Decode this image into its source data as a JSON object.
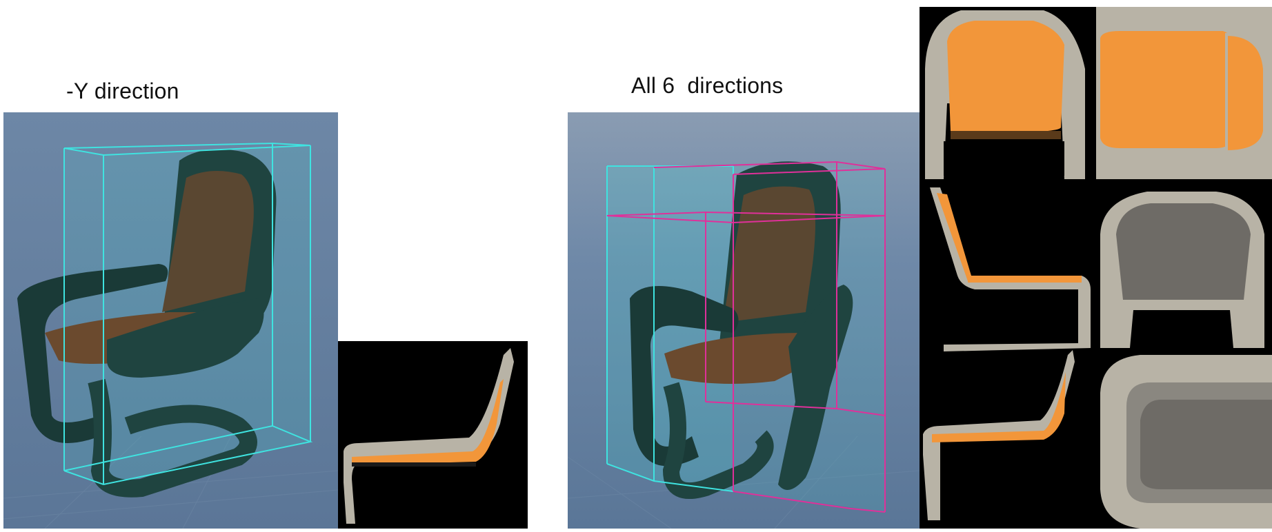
{
  "labels": {
    "left_caption": "-Y direction",
    "right_caption": "All 6  directions"
  },
  "colors": {
    "viewport_sky": "#6f8aa9",
    "viewport_floor": "#5a7798",
    "chair_shell": "#1f4440",
    "chair_cushion": "#5a4731",
    "bbox_cyan": "#3fe3e0",
    "bbox_magenta": "#e0309a",
    "voxel_orange": "#f2963a",
    "voxel_gray": "#b8b3a6",
    "voxel_dark_gray": "#6e6b66",
    "background_black": "#000000"
  },
  "panels": [
    {
      "name": "left-viewport",
      "description_icon": "chair-render-icon"
    },
    {
      "name": "y-projection",
      "description_icon": "chair-side-projection-icon"
    },
    {
      "name": "right-viewport",
      "description_icon": "chair-render-icon"
    },
    {
      "name": "projection-grid",
      "cells": 6
    }
  ]
}
